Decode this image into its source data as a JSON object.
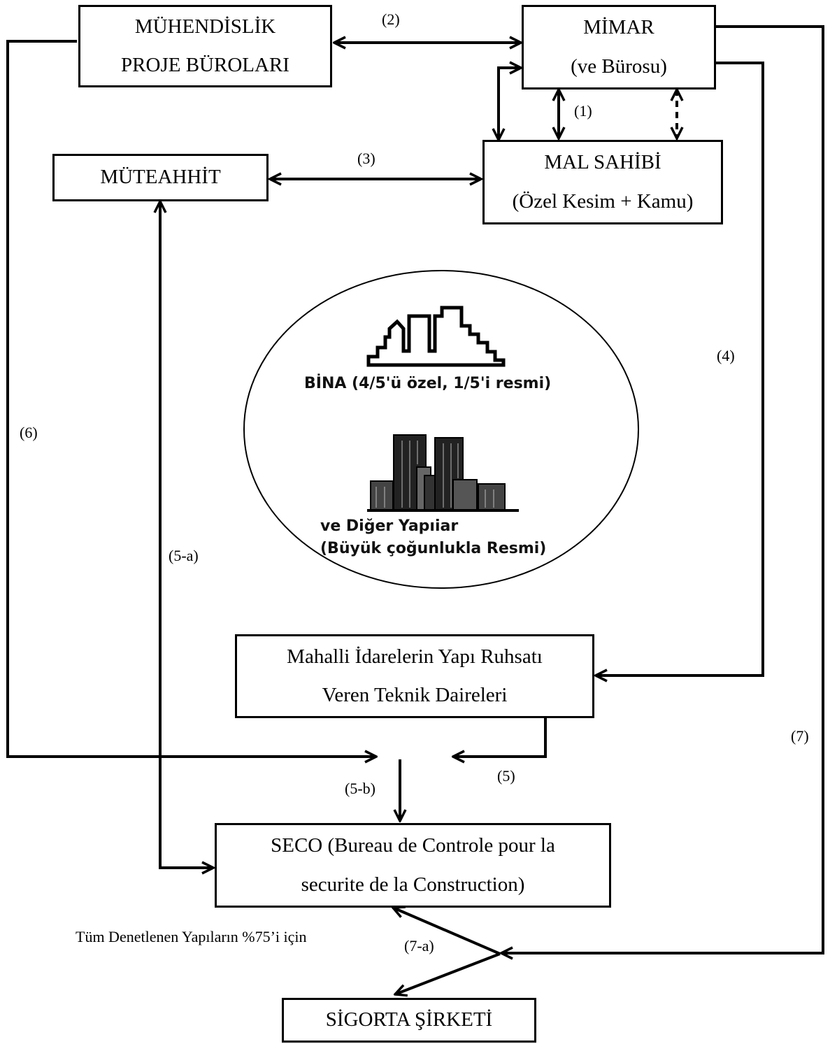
{
  "boxes": {
    "muhendislik": {
      "line1": "MÜHENDİSLİK",
      "line2": "PROJE BÜROLARI"
    },
    "mimar": {
      "line1": "MİMAR",
      "line2": "(ve Bürosu)"
    },
    "muteahhit": {
      "line1": "MÜTEAHHİT"
    },
    "mal_sahibi": {
      "line1": "MAL SAHİBİ",
      "line2": "(Özel Kesim + Kamu)"
    },
    "mahalli": {
      "line1": "Mahalli İdarelerin Yapı Ruhsatı",
      "line2": "Veren Teknik Daireleri"
    },
    "seco": {
      "line1": "SECO (Bureau de Controle pour la",
      "line2": "securite de la Construction)"
    },
    "sigorta": {
      "line1": "SİGORTA ŞİRKETİ"
    }
  },
  "edge_labels": {
    "e1": "(1)",
    "e2": "(2)",
    "e3": "(3)",
    "e4": "(4)",
    "e5": "(5)",
    "e5a": "(5-a)",
    "e5b": "(5-b)",
    "e6": "(6)",
    "e7": "(7)",
    "e7a": "(7-a)"
  },
  "center": {
    "bina_label": "BİNA (4/5'ü özel, 1/5'i resmi)",
    "diger_line1": "ve Diğer Yapıiar",
    "diger_line2": "(Büyük çoğunlukla Resmi)"
  },
  "note": "Tüm Denetlenen Yapıların %75’i için",
  "colors": {
    "line": "#000000",
    "background": "#ffffff"
  }
}
